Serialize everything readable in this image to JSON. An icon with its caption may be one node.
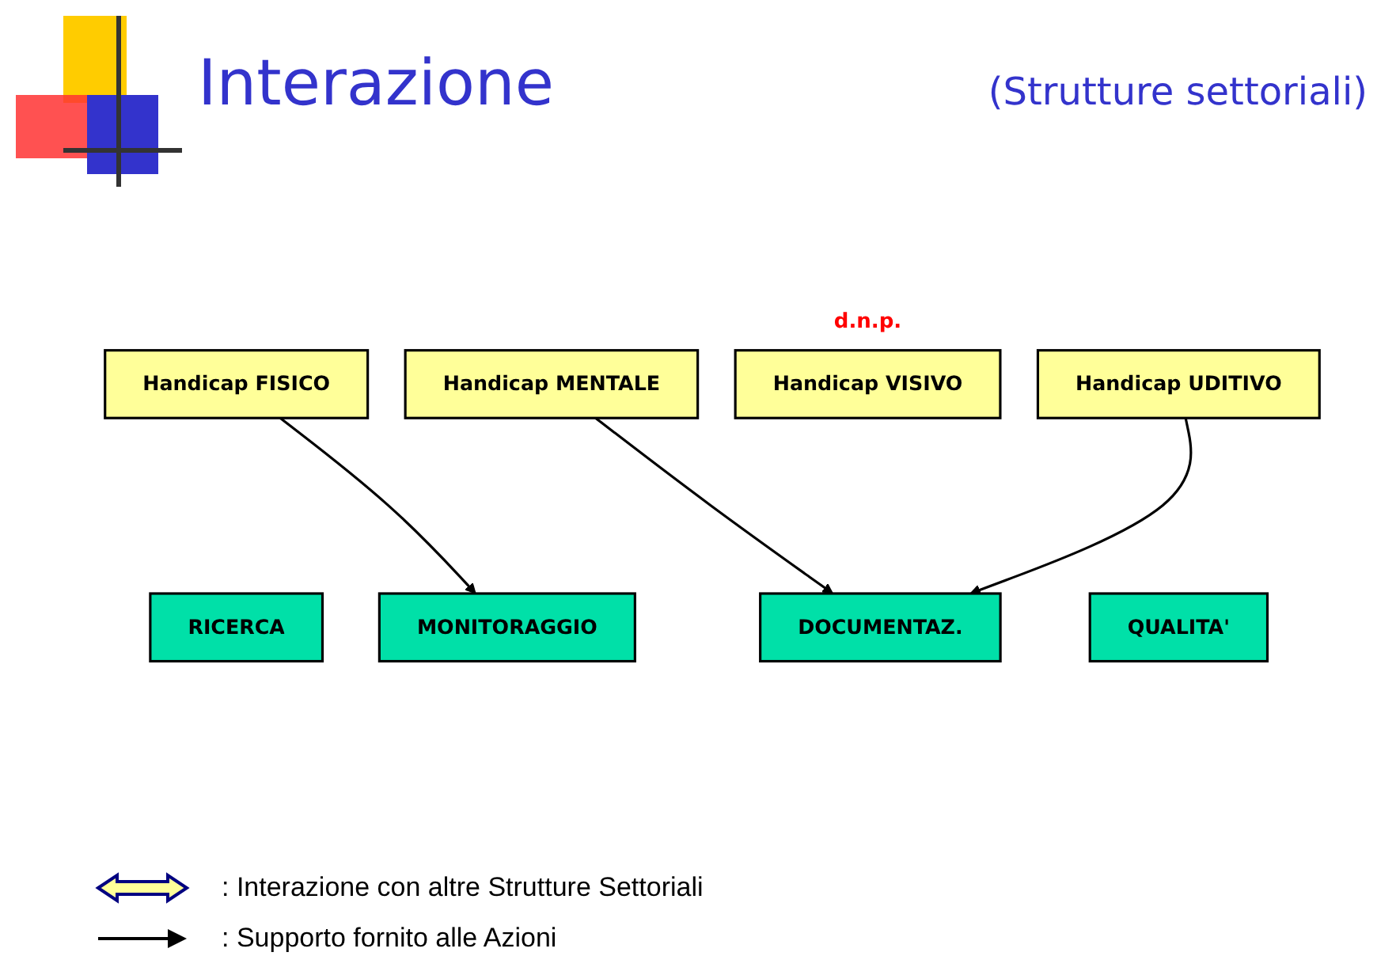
{
  "diagram": {
    "title": "Interazione",
    "nodes": [
      {
        "text": [
          "Handicap FISICO"
        ]
      },
      {
        "text": [
          "Handicap VISIVO"
        ],
        "beside": [
          "d.n.p."
        ]
      },
      {
        "text": [
          "Handicap MENTALE"
        ]
      },
      {
        "text": [
          "Handicap UDITIVO"
        ]
      },
      {
        "text": [
          "RICERCA"
        ]
      },
      {
        "text": [
          "DOCUMENTAZ."
        ]
      },
      {
        "text": [
          "MONITORAGGIO"
        ]
      },
      {
        "text": [
          "QUALITA'"
        ]
      }
    ],
    "edges": [
      {
        "from": 0,
        "to": 6,
        "arrow": "to"
      },
      {
        "from": 2,
        "to": 5,
        "arrow": "to"
      },
      {
        "from": 3,
        "to": 5,
        "arrow": "to"
      }
    ],
    "labels": [
      "(Strutture settoriali)"
    ],
    "legend": [
      {
        "text": ": Interazione con altre Strutture Settoriali"
      },
      {
        "text": ": Supporto fornito alle Azioni"
      }
    ]
  }
}
